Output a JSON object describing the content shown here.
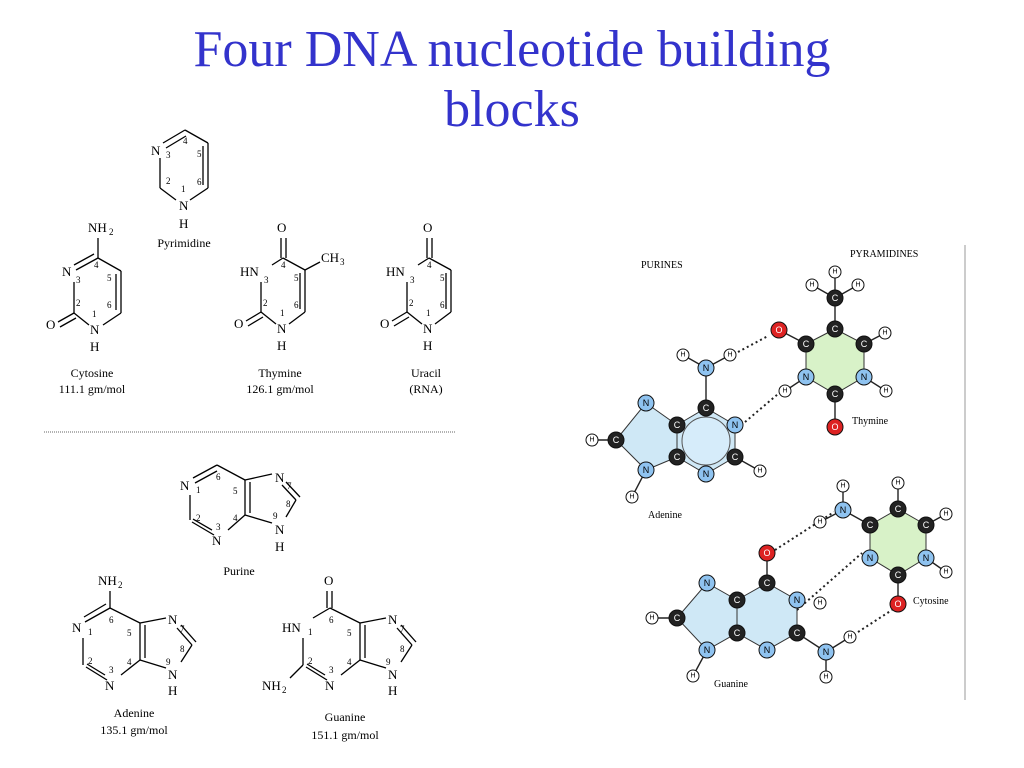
{
  "title_line1": "Four DNA nucleotide building",
  "title_line2": "blocks",
  "structures": {
    "pyrimidine": {
      "name": "Pyrimidine"
    },
    "cytosine": {
      "name": "Cytosine",
      "mass": "111.1 gm/mol"
    },
    "thymine": {
      "name": "Thymine",
      "mass": "126.1 gm/mol"
    },
    "uracil": {
      "name": "Uracil",
      "mass": "(RNA)"
    },
    "purine": {
      "name": "Purine"
    },
    "adenine": {
      "name": "Adenine",
      "mass": "135.1 gm/mol"
    },
    "guanine": {
      "name": "Guanine",
      "mass": "151.1 gm/mol"
    }
  },
  "pairing": {
    "purines_label": "PURINES",
    "pyramidines_label": "PYRAMIDINES",
    "adenine": "Adenine",
    "thymine": "Thymine",
    "guanine": "Guanine",
    "cytosine": "Cytosine"
  },
  "colors": {
    "title": "#3333cc",
    "carbon": "#222222",
    "nitrogen": "#8fc3f0",
    "oxygen": "#dd2222",
    "hydrogen": "#ffffff",
    "purine_ring_fill": "#cfe8f6",
    "pyrimidine_ring_fill": "#d8f2c8"
  }
}
